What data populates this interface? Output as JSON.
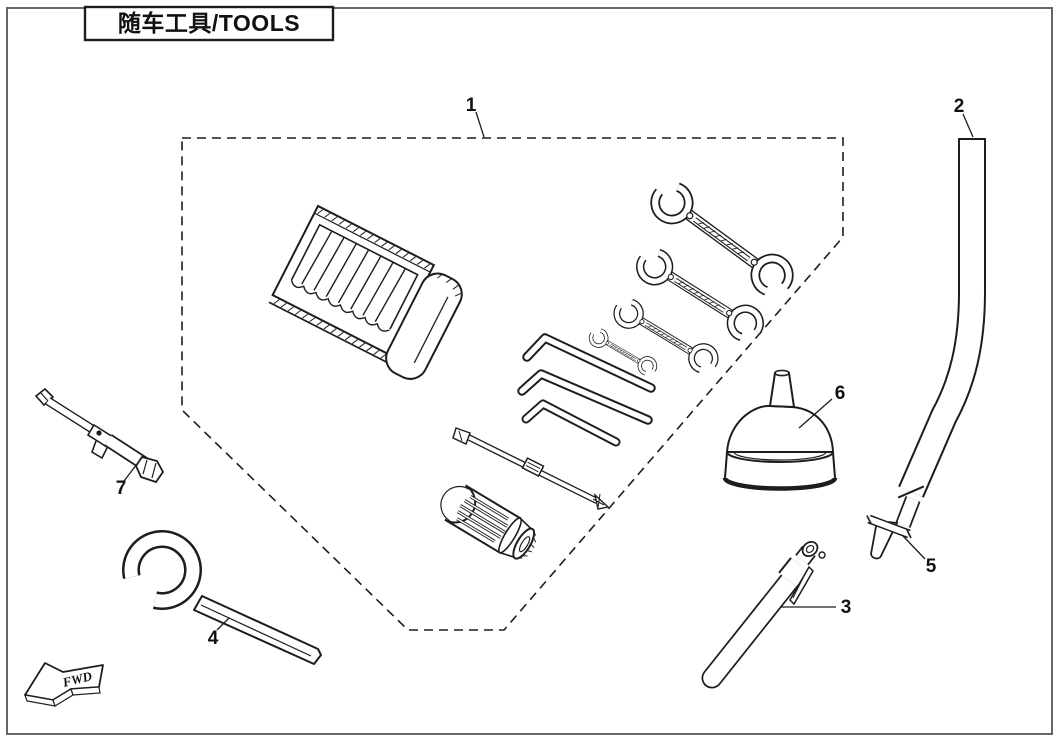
{
  "title_block": {
    "title": "随车工具/TOOLS"
  },
  "callouts": [
    {
      "number": "1",
      "part": "tool-kit-set"
    },
    {
      "number": "2",
      "part": "oil-drain-tube"
    },
    {
      "number": "3",
      "part": "tire-pressure-gauge"
    },
    {
      "number": "4",
      "part": "hook-spanner"
    },
    {
      "number": "5",
      "part": "tube-crossbar"
    },
    {
      "number": "6",
      "part": "funnel"
    },
    {
      "number": "7",
      "part": "spark-plug-wrench"
    }
  ],
  "direction_marker": {
    "label": "FWD"
  },
  "colors": {
    "line": "#1d1d1d",
    "background": "#ffffff",
    "frame": "#666666"
  }
}
